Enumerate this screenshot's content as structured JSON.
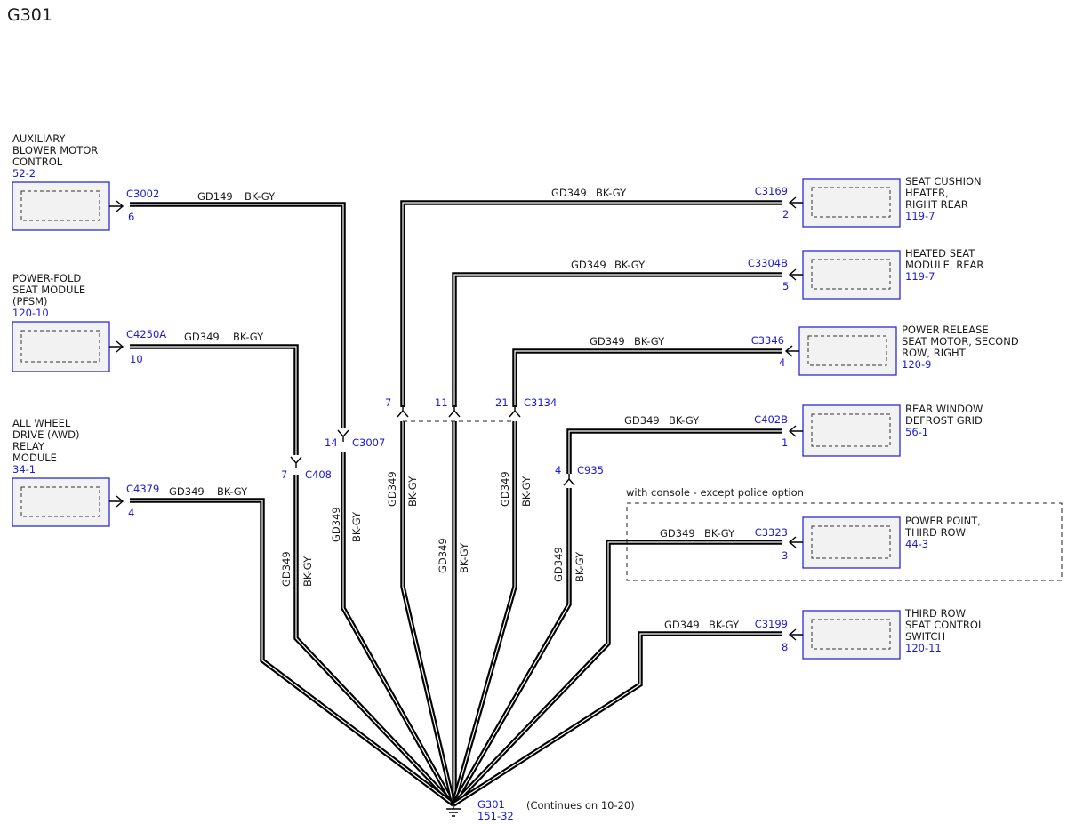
{
  "title": "G301",
  "modules": [
    {
      "id": "aux",
      "lines": [
        "AUXILIARY",
        "BLOWER MOTOR",
        "CONTROL"
      ],
      "ref": "52-2",
      "connector": "C3002",
      "pin": "6",
      "wire": "GD149",
      "color": "BK-GY"
    },
    {
      "id": "pfsm",
      "lines": [
        "POWER-FOLD",
        "SEAT MODULE",
        "(PFSM)"
      ],
      "ref": "120-10",
      "connector": "C4250A",
      "pin": "10",
      "wire": "GD349",
      "color": "BK-GY"
    },
    {
      "id": "awd",
      "lines": [
        "ALL WHEEL",
        "DRIVE (AWD)",
        "RELAY",
        "MODULE"
      ],
      "ref": "34-1",
      "connector": "C4379",
      "pin": "4",
      "wire": "GD349",
      "color": "BK-GY"
    },
    {
      "id": "cushion",
      "lines": [
        "SEAT CUSHION",
        "HEATER,",
        "RIGHT REAR"
      ],
      "ref": "119-7",
      "connector": "C3169",
      "pin": "2",
      "wire": "GD349",
      "color": "BK-GY"
    },
    {
      "id": "heated",
      "lines": [
        "HEATED SEAT",
        "MODULE, REAR"
      ],
      "ref": "119-7",
      "connector": "C3304B",
      "pin": "5",
      "wire": "GD349",
      "color": "BK-GY"
    },
    {
      "id": "release",
      "lines": [
        "POWER RELEASE",
        "SEAT MOTOR, SECOND",
        "ROW, RIGHT"
      ],
      "ref": "120-9",
      "connector": "C3346",
      "pin": "4",
      "wire": "GD349",
      "color": "BK-GY"
    },
    {
      "id": "defrost",
      "lines": [
        "REAR WINDOW",
        "DEFROST GRID"
      ],
      "ref": "56-1",
      "connector": "C402B",
      "pin": "1",
      "wire": "GD349",
      "color": "BK-GY"
    },
    {
      "id": "power",
      "lines": [
        "POWER POINT,",
        "THIRD ROW"
      ],
      "ref": "44-3",
      "connector": "C3323",
      "pin": "3",
      "wire": "GD349",
      "color": "BK-GY"
    },
    {
      "id": "thirdrow",
      "lines": [
        "THIRD ROW",
        "SEAT CONTROL",
        "SWITCH"
      ],
      "ref": "120-11",
      "connector": "C3199",
      "pin": "8",
      "wire": "GD349",
      "color": "BK-GY"
    }
  ],
  "inline_connectors": [
    {
      "id": "c3007",
      "name": "C3007",
      "pin": "14",
      "wire": "GD349",
      "color": "BK-GY"
    },
    {
      "id": "c408",
      "name": "C408",
      "pin": "7",
      "wire": "GD349",
      "color": "BK-GY"
    },
    {
      "id": "c3134a",
      "name": "",
      "pin": "7",
      "wire": "GD349",
      "color": "BK-GY"
    },
    {
      "id": "c3134b",
      "name": "",
      "pin": "11",
      "wire": "GD349",
      "color": "BK-GY"
    },
    {
      "id": "c3134c",
      "name": "C3134",
      "pin": "21",
      "wire": "GD349",
      "color": "BK-GY"
    },
    {
      "id": "c935",
      "name": "C935",
      "pin": "4",
      "wire": "GD349",
      "color": "BK-GY"
    }
  ],
  "option_note": "with console - except police option",
  "ground": {
    "name": "G301",
    "ref": "151-32",
    "note": "(Continues on 10-20)"
  }
}
